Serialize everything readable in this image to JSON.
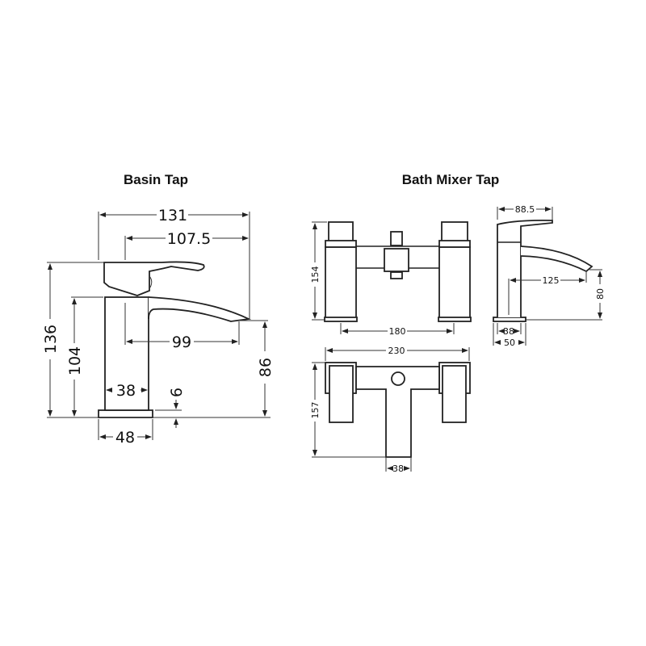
{
  "basin_tap": {
    "title": "Basin Tap",
    "dimensions": {
      "overall_width": "131",
      "spout_reach_from_handle": "107.5",
      "overall_height": "136",
      "body_height": "104",
      "spout_projection": "99",
      "spout_height": "86",
      "body_width": "38",
      "base_thickness": "6",
      "base_width": "48"
    }
  },
  "bath_mixer_tap": {
    "title": "Bath Mixer Tap",
    "front_view": {
      "height": "154",
      "centres": "180"
    },
    "side_view": {
      "handle_length": "88.5",
      "spout_projection": "125",
      "spout_height": "80",
      "body_width": "38",
      "base_width": "50"
    },
    "top_view": {
      "overall_width": "230",
      "depth": "157",
      "spout_width": "38"
    }
  }
}
